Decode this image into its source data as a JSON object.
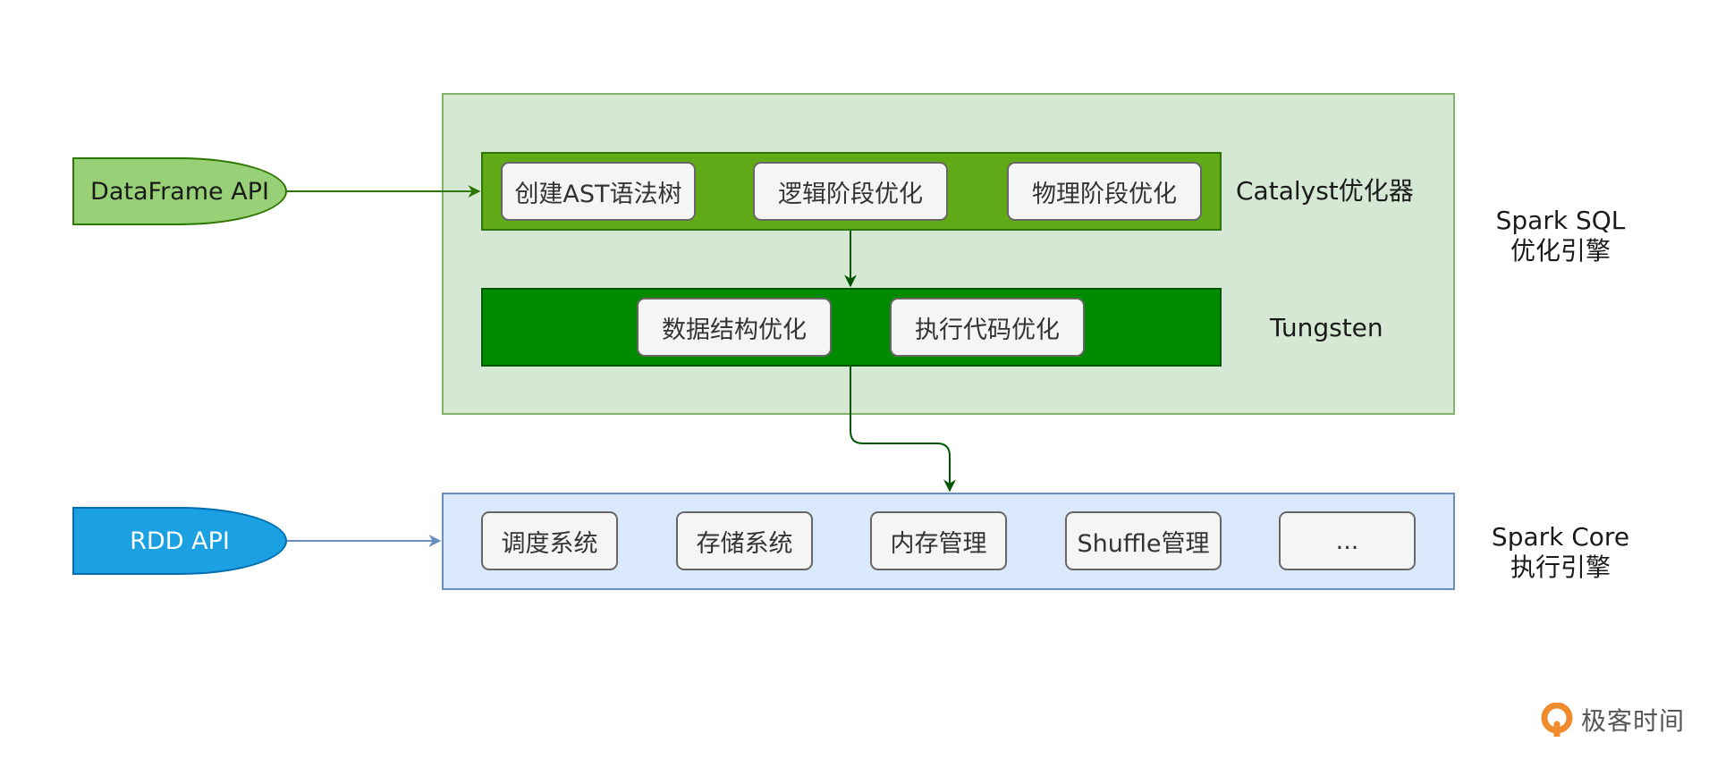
{
  "apis": {
    "dataframe": "DataFrame API",
    "rdd": "RDD API"
  },
  "catalyst": {
    "label": "Catalyst优化器",
    "steps": [
      "创建AST语法树",
      "逻辑阶段优化",
      "物理阶段优化"
    ]
  },
  "tungsten": {
    "label": "Tungsten",
    "steps": [
      "数据结构优化",
      "执行代码优化"
    ]
  },
  "spark_sql": {
    "line1": "Spark SQL",
    "line2": "优化引擎"
  },
  "spark_core": {
    "line1": "Spark Core",
    "line2": "执行引擎",
    "modules": [
      "调度系统",
      "存储系统",
      "内存管理",
      "Shuffle管理",
      "..."
    ]
  },
  "logo": {
    "text": "极客时间",
    "brand_color": "#f08c2e"
  },
  "colors": {
    "sql_region_fill": "#d5e8d4",
    "core_region_fill": "#dae8fc",
    "catalyst_band": "#60a917",
    "tungsten_band": "#008a00",
    "dataframe_node": "#97d077",
    "rdd_node": "#1ba1e2"
  }
}
